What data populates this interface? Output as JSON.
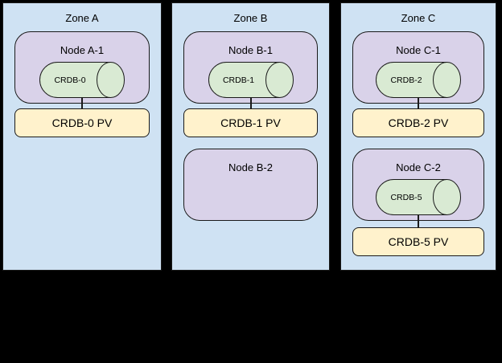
{
  "diagram": {
    "description": "CockroachDB pods scheduled on Kubernetes nodes across three availability zones with their persistent volumes"
  },
  "colors": {
    "canvas_bg": "#000000",
    "zone_fill": "#cfe2f3",
    "node_fill": "#d9d2e9",
    "db_fill": "#d9ead3",
    "pv_fill": "#fff2cc",
    "border_color": "#1a1a1a",
    "text_color": "#000000"
  },
  "icons": {
    "database": "cylinder-icon"
  },
  "zones": [
    {
      "title": "Zone A",
      "nodes": [
        {
          "label": "Node A-1",
          "db": "CRDB-0",
          "pv": "CRDB-0 PV"
        }
      ]
    },
    {
      "title": "Zone B",
      "nodes": [
        {
          "label": "Node B-1",
          "db": "CRDB-1",
          "pv": "CRDB-1 PV"
        },
        {
          "label": "Node B-2"
        }
      ]
    },
    {
      "title": "Zone C",
      "nodes": [
        {
          "label": "Node C-1",
          "db": "CRDB-2",
          "pv": "CRDB-2 PV"
        },
        {
          "label": "Node C-2",
          "db": "CRDB-5",
          "pv": "CRDB-5 PV"
        }
      ]
    }
  ]
}
